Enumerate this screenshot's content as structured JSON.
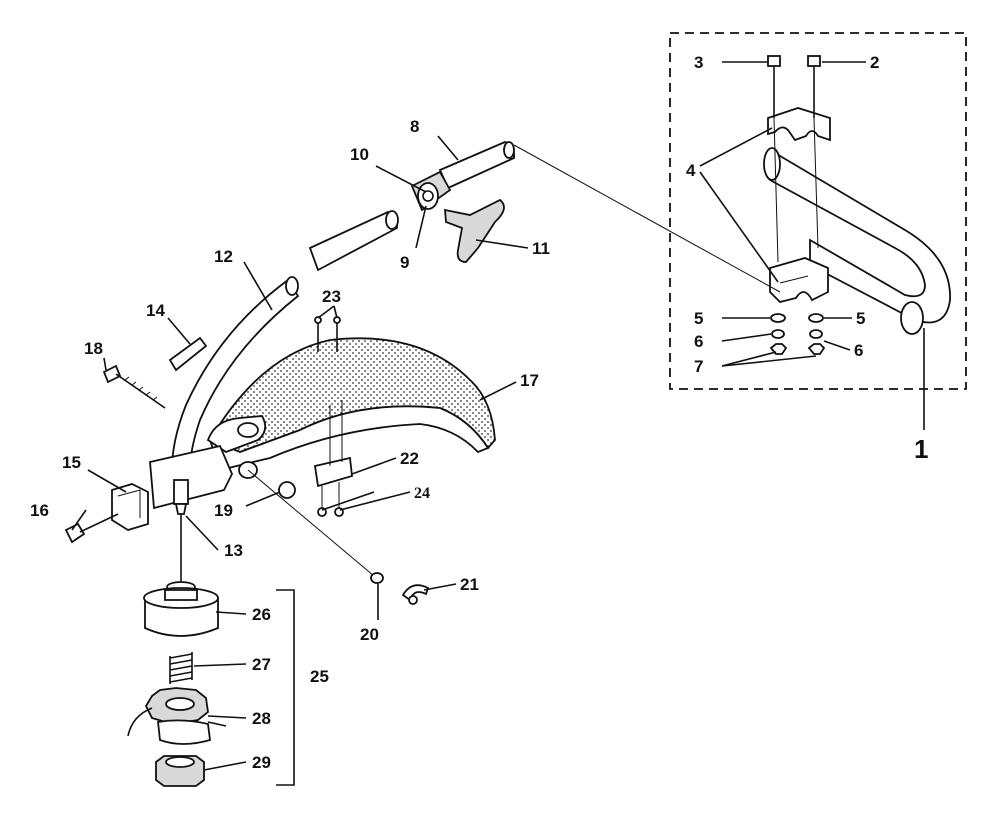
{
  "labels": {
    "l1": "1",
    "l2": "2",
    "l3": "3",
    "l4": "4",
    "l5a": "5",
    "l5b": "5",
    "l6a": "6",
    "l6b": "6",
    "l7": "7",
    "l8": "8",
    "l9": "9",
    "l10": "10",
    "l11": "11",
    "l12": "12",
    "l13": "13",
    "l14": "14",
    "l15": "15",
    "l16": "16",
    "l17": "17",
    "l18": "18",
    "l19": "19",
    "l20": "20",
    "l21": "21",
    "l22": "22",
    "l23": "23",
    "l24": "24",
    "l25": "25",
    "l26": "26",
    "l27": "27",
    "l28": "28",
    "l29": "29"
  }
}
